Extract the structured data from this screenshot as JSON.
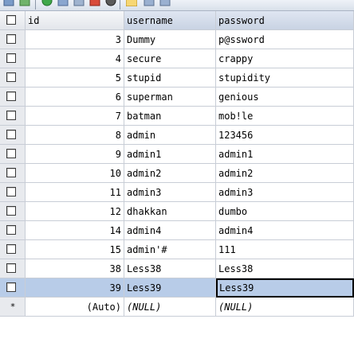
{
  "toolbar": {
    "icons": [
      "grid-icon",
      "refresh-icon",
      "separator",
      "circle-icon",
      "filter-icon",
      "stop-icon",
      "export-icon",
      "gear-icon",
      "separator",
      "view-grid-icon",
      "view-form-icon",
      "view-text-icon"
    ]
  },
  "table": {
    "columns": [
      "id",
      "username",
      "password"
    ],
    "rows": [
      {
        "id": "3",
        "username": "Dummy",
        "password": "p@ssword"
      },
      {
        "id": "4",
        "username": "secure",
        "password": "crappy"
      },
      {
        "id": "5",
        "username": "stupid",
        "password": "stupidity"
      },
      {
        "id": "6",
        "username": "superman",
        "password": "genious"
      },
      {
        "id": "7",
        "username": "batman",
        "password": "mob!le"
      },
      {
        "id": "8",
        "username": "admin",
        "password": "123456"
      },
      {
        "id": "9",
        "username": "admin1",
        "password": "admin1"
      },
      {
        "id": "10",
        "username": "admin2",
        "password": "admin2"
      },
      {
        "id": "11",
        "username": "admin3",
        "password": "admin3"
      },
      {
        "id": "12",
        "username": "dhakkan",
        "password": "dumbo"
      },
      {
        "id": "14",
        "username": "admin4",
        "password": "admin4"
      },
      {
        "id": "15",
        "username": "admin'#",
        "password": "111"
      },
      {
        "id": "38",
        "username": "Less38",
        "password": "Less38"
      },
      {
        "id": "39",
        "username": "Less39",
        "password": "Less39"
      }
    ],
    "selected_row_index": 13,
    "new_row": {
      "marker": "*",
      "id": "(Auto)",
      "username": "(NULL)",
      "password": "(NULL)"
    }
  },
  "colors": {
    "selection": "#b8cce8",
    "header": "#c9d3e3",
    "grid_line": "#c8cdd6"
  }
}
